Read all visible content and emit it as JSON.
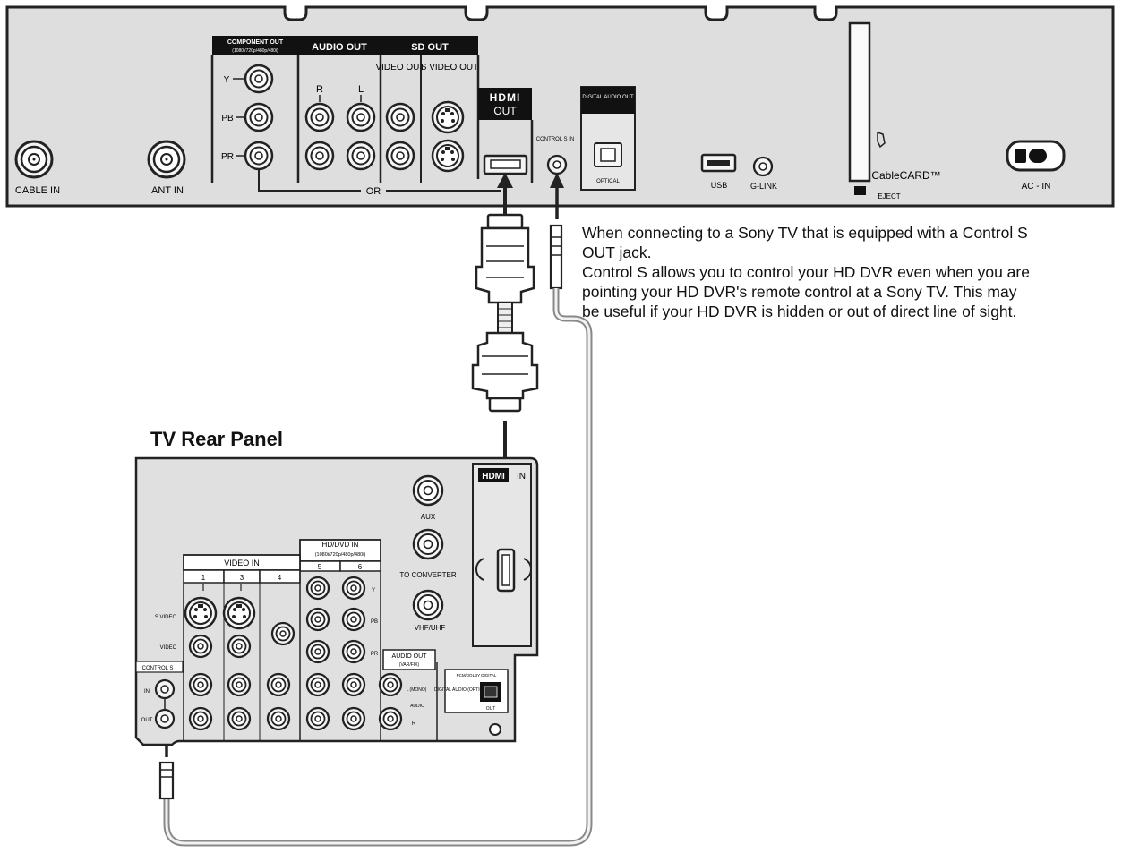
{
  "dvr_panel": {
    "component_out": {
      "title": "COMPONENT OUT",
      "subtitle": "(1080i/720p/480p/480i)",
      "jacks": [
        "Y",
        "PB",
        "PR"
      ]
    },
    "audio_out": {
      "title": "AUDIO OUT",
      "left": "L",
      "right": "R"
    },
    "sd_out": {
      "title": "SD OUT",
      "video_out": "VIDEO OUT",
      "s_video_out": "S VIDEO OUT"
    },
    "hdmi_out": {
      "logo": "HDMI",
      "label": "OUT"
    },
    "control_s_in": "CONTROL S IN",
    "digital_audio_out": {
      "title": "DIGITAL AUDIO OUT",
      "sub": "OPTICAL"
    },
    "usb": "USB",
    "g_link": "G-LINK",
    "cablecard": "CableCARD™",
    "eject": "EJECT",
    "ac_in": "AC - IN",
    "cable_in": "CABLE IN",
    "ant_in": "ANT IN",
    "or_label": "OR"
  },
  "note": {
    "lines": [
      "When connecting to a Sony TV that is equipped with a Control S",
      "OUT jack.",
      "Control S allows you to control your HD DVR even when you are",
      "pointing your HD DVR's remote control at a Sony TV.  This may",
      "be useful if your HD DVR is hidden or out of direct line of sight."
    ]
  },
  "tv_panel": {
    "title": "TV Rear Panel",
    "hdmi_in": {
      "logo": "HDMI",
      "label": "IN"
    },
    "aux": "AUX",
    "to_converter": "TO CONVERTER",
    "vhf_uhf": "VHF/UHF",
    "hd_dvd_in": {
      "title": "HD/DVD IN",
      "subtitle": "(1080i/720p/480p/480i)",
      "cols": [
        "5",
        "6"
      ],
      "rows": [
        "Y",
        "PB",
        "PR"
      ]
    },
    "video_in": {
      "title": "VIDEO IN",
      "cols": [
        "1",
        "3",
        "4"
      ]
    },
    "s_video": "S VIDEO",
    "video": "VIDEO",
    "control_s": "CONTROL S",
    "control_in": "IN",
    "control_out": "OUT",
    "audio_out": {
      "title": "AUDIO OUT",
      "sub": "(VAR/FIX)"
    },
    "l_mono": "L (MONO)",
    "audio": "AUDIO",
    "r": "R",
    "digital_audio": {
      "title": "DIGITAL AUDIO (OPTICAL)",
      "top": "PCM/DOLBY DIGITAL",
      "sub": "OUT"
    }
  }
}
